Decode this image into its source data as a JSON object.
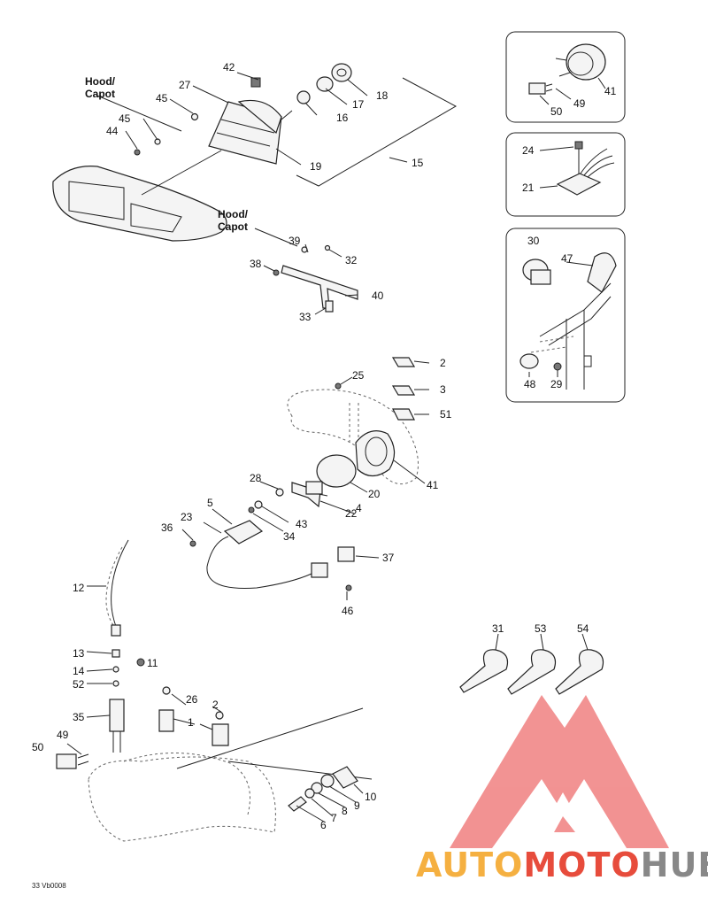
{
  "hood_labels": [
    "Hood/",
    "Capot"
  ],
  "callouts": {
    "p42": "42",
    "p27": "27",
    "p45a": "45",
    "p45b": "45",
    "p44": "44",
    "p18": "18",
    "p17": "17",
    "p16": "16",
    "p19": "19",
    "p15": "15",
    "p41a": "41",
    "p49a": "49",
    "p50a": "50",
    "p24": "24",
    "p21": "21",
    "p30": "30",
    "p47": "47",
    "p48": "48",
    "p29": "29",
    "p39": "39",
    "p32": "32",
    "p38": "38",
    "p40": "40",
    "p33": "33",
    "p25": "25",
    "p2a": "2",
    "p3": "3",
    "p51": "51",
    "p41b": "41",
    "p28": "28",
    "p20": "20",
    "p4": "4",
    "p22": "22",
    "p5": "5",
    "p43": "43",
    "p34": "34",
    "p23": "23",
    "p36": "36",
    "p37": "37",
    "p46": "46",
    "p12": "12",
    "p13": "13",
    "p14": "14",
    "p11": "11",
    "p52": "52",
    "p35": "35",
    "p26": "26",
    "p2b": "2",
    "p1": "1",
    "p49b": "49",
    "p50b": "50",
    "p10": "10",
    "p9": "9",
    "p8": "8",
    "p7": "7",
    "p6": "6",
    "p31": "31",
    "p53": "53",
    "p54": "54"
  },
  "drawing_code": "33 Vb0008",
  "watermark": {
    "part1": "AUTO",
    "part2": "MOTO",
    "part3": "HUB",
    "color_auto": "#f5b041",
    "color_moto": "#e74c3c",
    "color_hub": "#888888",
    "logo_color": "#f08080"
  }
}
